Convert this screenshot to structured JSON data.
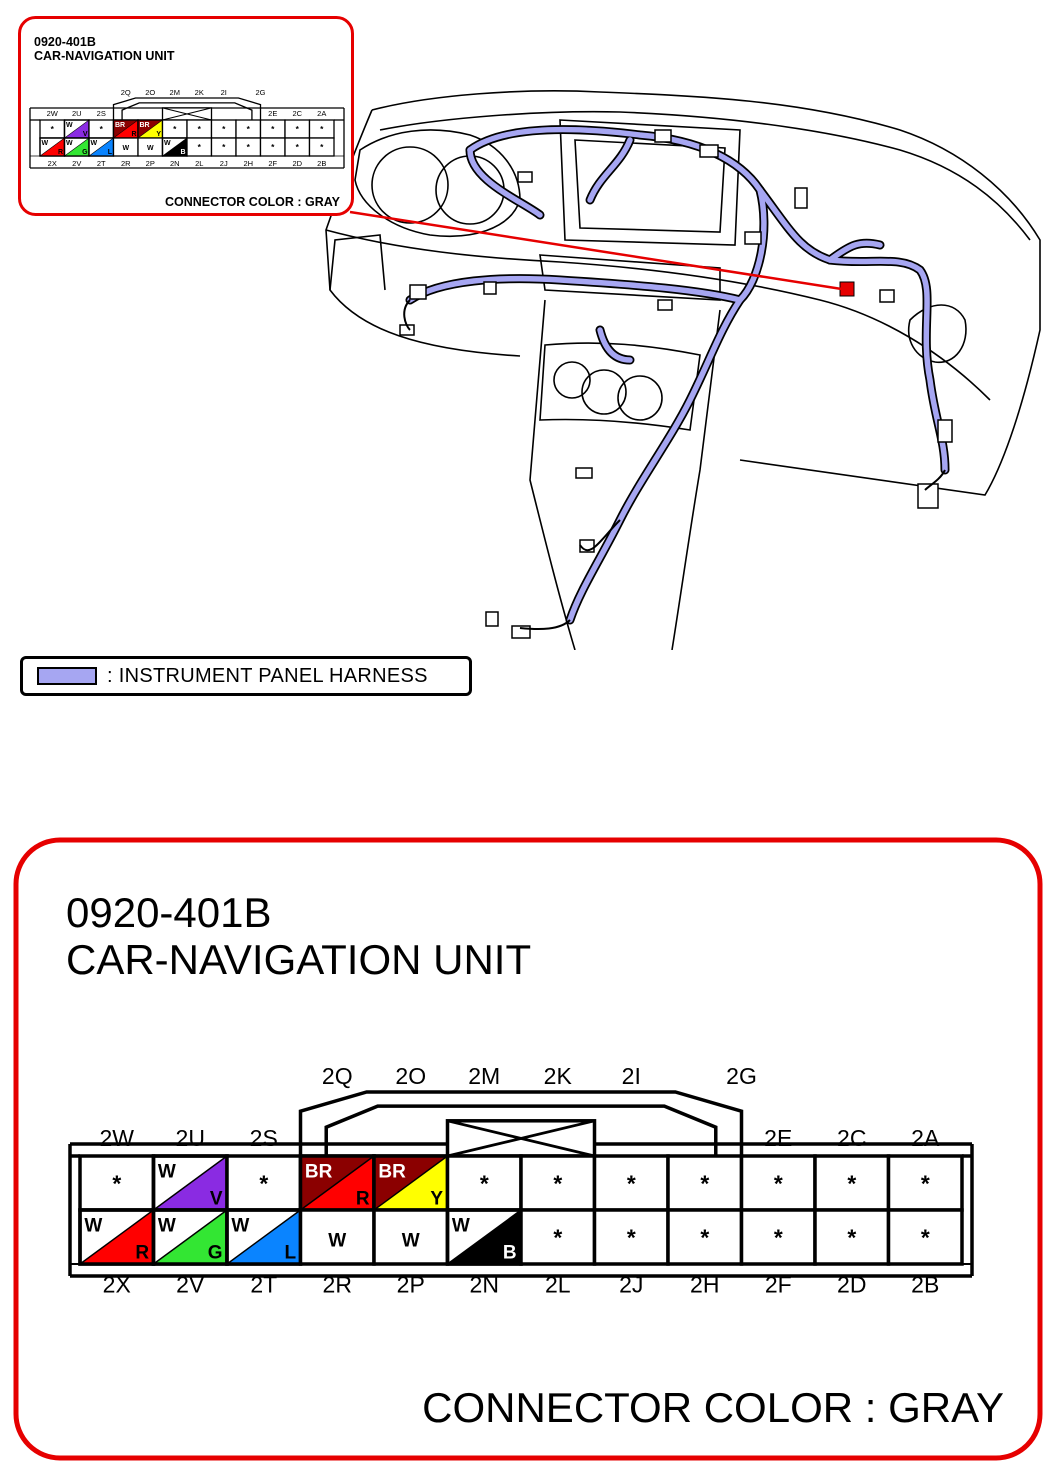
{
  "connector": {
    "code": "0920-401B",
    "name": "CAR-NAVIGATION UNIT",
    "color_label": "CONNECTOR COLOR : GRAY",
    "top_key_labels": [
      "2Q",
      "2O",
      "2M",
      "2K",
      "2I",
      "2G"
    ],
    "row1_labels": [
      "2W",
      "2U",
      "2S",
      "",
      "",
      "",
      "",
      "",
      "",
      "2E",
      "2C",
      "2A"
    ],
    "row2_labels": [
      "2X",
      "2V",
      "2T",
      "2R",
      "2P",
      "2N",
      "2L",
      "2J",
      "2H",
      "2F",
      "2D",
      "2B"
    ],
    "row1": [
      {
        "type": "unused",
        "mark": "*"
      },
      {
        "type": "split",
        "a": "W",
        "b": "V",
        "color_b": "#8a2be2"
      },
      {
        "type": "unused",
        "mark": "*"
      },
      {
        "type": "split",
        "a": "BR",
        "b": "R",
        "color_a": "#8b0000",
        "color_b": "#ff0000"
      },
      {
        "type": "split",
        "a": "BR",
        "b": "Y",
        "color_a": "#8b0000",
        "color_b": "#ffff00"
      },
      {
        "type": "unused",
        "mark": "*"
      },
      {
        "type": "unused",
        "mark": "*"
      },
      {
        "type": "unused",
        "mark": "*"
      },
      {
        "type": "unused",
        "mark": "*"
      },
      {
        "type": "unused",
        "mark": "*"
      },
      {
        "type": "unused",
        "mark": "*"
      },
      {
        "type": "unused",
        "mark": "*"
      }
    ],
    "row2": [
      {
        "type": "split",
        "a": "W",
        "b": "R",
        "color_b": "#ff0000"
      },
      {
        "type": "split",
        "a": "W",
        "b": "G",
        "color_b": "#33e633"
      },
      {
        "type": "split",
        "a": "W",
        "b": "L",
        "color_b": "#0a84ff"
      },
      {
        "type": "solid",
        "a": "W"
      },
      {
        "type": "solid",
        "a": "W"
      },
      {
        "type": "split",
        "a": "W",
        "b": "B",
        "color_b": "#000000"
      },
      {
        "type": "unused",
        "mark": "*"
      },
      {
        "type": "unused",
        "mark": "*"
      },
      {
        "type": "unused",
        "mark": "*"
      },
      {
        "type": "unused",
        "mark": "*"
      },
      {
        "type": "unused",
        "mark": "*"
      },
      {
        "type": "unused",
        "mark": "*"
      }
    ]
  },
  "legend": {
    "label": ": INSTRUMENT PANEL HARNESS",
    "color": "#a6a6f2"
  },
  "colors": {
    "callout_border": "#e60000",
    "harness": "#a6a6f2",
    "line": "#000000"
  }
}
